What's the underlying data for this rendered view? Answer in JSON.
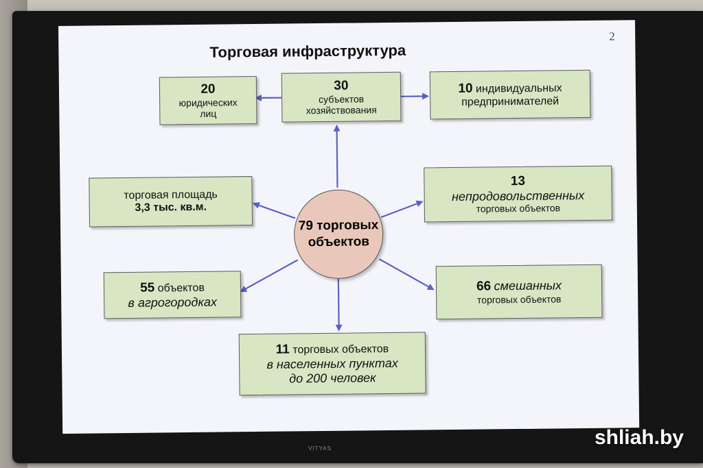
{
  "slide": {
    "page_number": "2",
    "title": "Торговая инфраструктура",
    "center": {
      "line1": "79 торговых",
      "line2": "объектов"
    },
    "boxes": {
      "legal": {
        "num": "20",
        "line1": "юридических",
        "line2": "лиц"
      },
      "subjects": {
        "num": "30",
        "line1": "субъектов",
        "line2": "хозяйствования"
      },
      "entrepreneurs": {
        "num": "10",
        "line1": "индивидуальных",
        "line2": "предпринимателей"
      },
      "area": {
        "line1": "торговая площадь",
        "line2": "3,3 тыс. кв.м."
      },
      "nonfood": {
        "num": "13",
        "line1": "непродовольственных",
        "line2": "торговых объектов"
      },
      "agro": {
        "num": "55",
        "line1": "объектов",
        "line2": "в агрогородках"
      },
      "mixed": {
        "num": "66",
        "line1": "смешанных",
        "line2": "торговых объектов"
      },
      "small": {
        "num": "11",
        "line1": "торговых объектов",
        "line2": "в населенных пунктах",
        "line3": "до 200 человек"
      }
    },
    "arrow_color": "#5b5fc7",
    "box_color": "#d8e6c4",
    "circle_color": "#e9c8bb"
  },
  "device": {
    "brand": "VITYAS"
  },
  "watermark": "shliah.by"
}
